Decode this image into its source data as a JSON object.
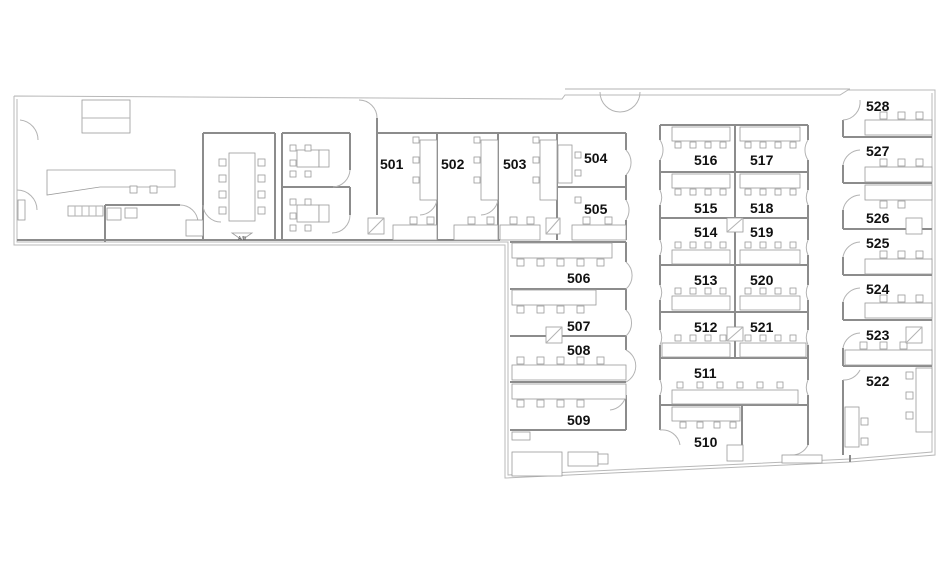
{
  "floor_plan": {
    "rooms": [
      {
        "id": "501",
        "label": "501",
        "interactive": true
      },
      {
        "id": "502",
        "label": "502",
        "interactive": true
      },
      {
        "id": "503",
        "label": "503",
        "interactive": true
      },
      {
        "id": "504",
        "label": "504",
        "interactive": true
      },
      {
        "id": "505",
        "label": "505",
        "interactive": true
      },
      {
        "id": "506",
        "label": "506",
        "interactive": true
      },
      {
        "id": "507",
        "label": "507",
        "interactive": true
      },
      {
        "id": "508",
        "label": "508",
        "interactive": true
      },
      {
        "id": "509",
        "label": "509",
        "interactive": true
      },
      {
        "id": "510",
        "label": "510",
        "interactive": true
      },
      {
        "id": "511",
        "label": "511",
        "interactive": true
      },
      {
        "id": "512",
        "label": "512",
        "interactive": true
      },
      {
        "id": "513",
        "label": "513",
        "interactive": true
      },
      {
        "id": "514",
        "label": "514",
        "interactive": true
      },
      {
        "id": "515",
        "label": "515",
        "interactive": true
      },
      {
        "id": "516",
        "label": "516",
        "interactive": true
      },
      {
        "id": "517",
        "label": "517",
        "interactive": true
      },
      {
        "id": "518",
        "label": "518",
        "interactive": true
      },
      {
        "id": "519",
        "label": "519",
        "interactive": true
      },
      {
        "id": "520",
        "label": "520",
        "interactive": true
      },
      {
        "id": "521",
        "label": "521",
        "interactive": true
      },
      {
        "id": "522",
        "label": "522",
        "interactive": true
      },
      {
        "id": "523",
        "label": "523",
        "interactive": true
      },
      {
        "id": "524",
        "label": "524",
        "interactive": true
      },
      {
        "id": "525",
        "label": "525",
        "interactive": true
      },
      {
        "id": "526",
        "label": "526",
        "interactive": true
      },
      {
        "id": "527",
        "label": "527",
        "interactive": true
      },
      {
        "id": "528",
        "label": "528",
        "interactive": true
      }
    ],
    "markers": {
      "small_text": "A/B"
    },
    "colors": {
      "wall": "#8c8c8c",
      "furniture": "#9a9a9a",
      "label": "#111111",
      "background": "#ffffff"
    }
  }
}
